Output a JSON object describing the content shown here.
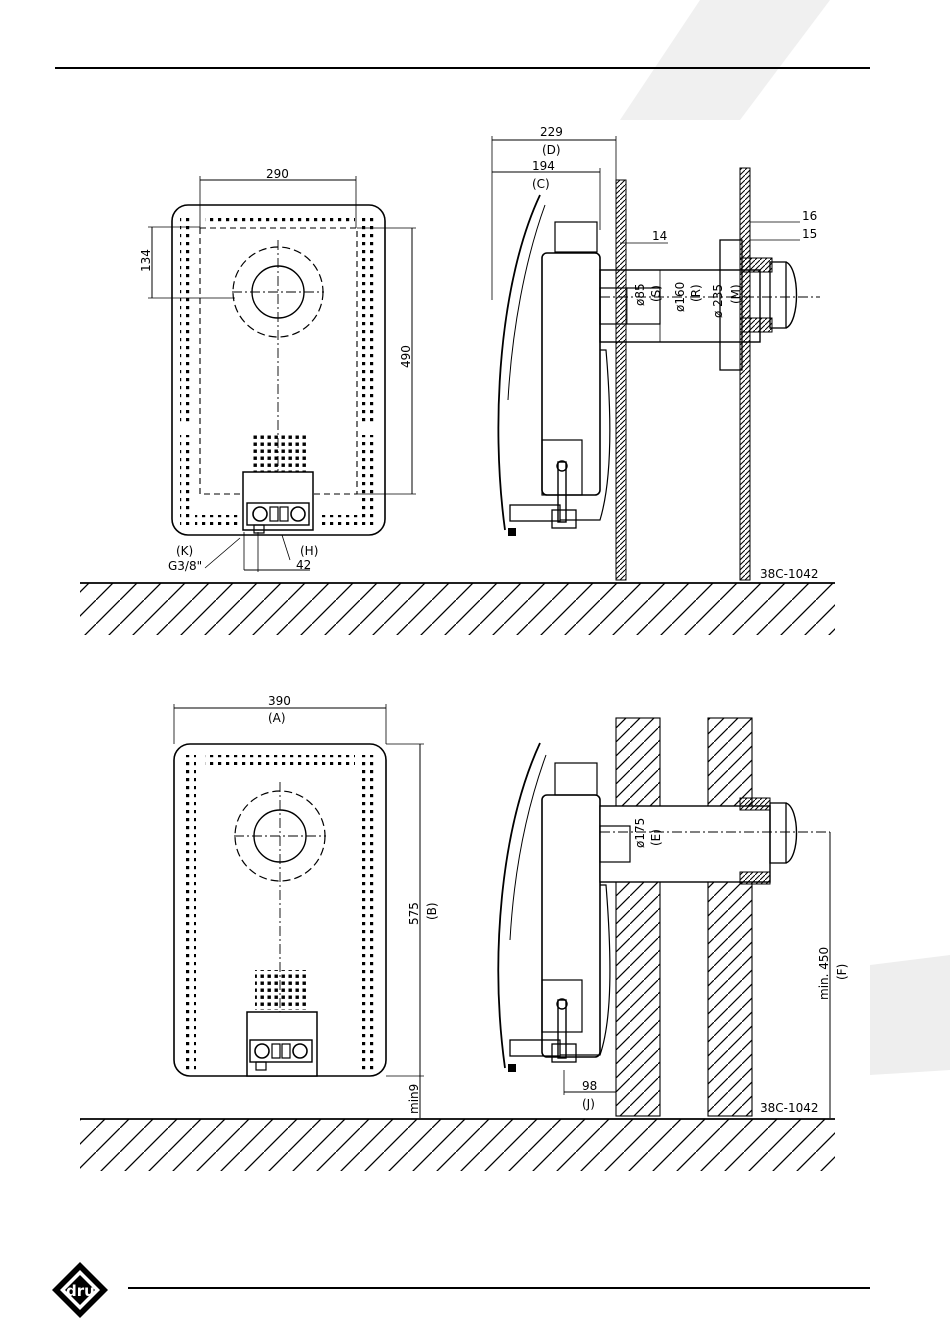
{
  "drawing": {
    "code": "38C-1042",
    "brand": "dru"
  },
  "top_front": {
    "width": "290",
    "offset": "134",
    "height": "490",
    "label_k": "(K)",
    "label_h": "(H)",
    "gas_thread": "G3/8\"",
    "spacing": "42"
  },
  "top_side": {
    "depth_d_value": "229",
    "depth_d_label": "(D)",
    "depth_c_value": "194",
    "depth_c_label": "(C)",
    "dim_14": "14",
    "dim_16": "16",
    "dim_15": "15",
    "dia_s": "ø85",
    "label_s": "(S)",
    "dia_r": "ø160",
    "label_r": "(R)",
    "dia_m": "ø 235",
    "label_m": "(M)"
  },
  "bottom_front": {
    "width_value": "390",
    "width_label": "(A)",
    "height_value": "575",
    "height_label": "(B)",
    "min_clearance": "min9"
  },
  "bottom_side": {
    "dia_e": "ø175",
    "label_e": "(E)",
    "min_height_value": "min. 450",
    "min_height_label": "(F)",
    "offset_value": "98",
    "offset_label": "(J)"
  }
}
